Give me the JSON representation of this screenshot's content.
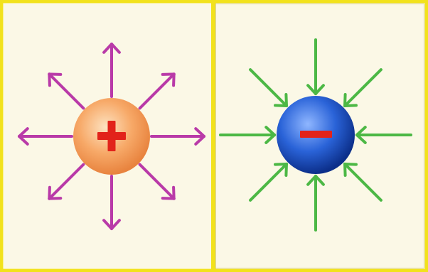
{
  "colors": {
    "frame": "#f2e21c",
    "panel_bg": "#fbf8e6",
    "divider": "#f2e21c",
    "positive_arrow": "#b93aa8",
    "negative_arrow": "#4cb845",
    "plus_sign": "#e2231a",
    "minus_sign": "#e2231a",
    "positive_sphere_light": "#fde2c0",
    "positive_sphere_mid": "#f7a968",
    "positive_sphere_dark": "#e8833e",
    "negative_sphere_light": "#8fb6ff",
    "negative_sphere_mid": "#2a63d8",
    "negative_sphere_dark": "#0c2f8a"
  },
  "diagram": {
    "left_panel": {
      "charge": "positive",
      "field_direction": "outward",
      "arrow_count": 8
    },
    "right_panel": {
      "charge": "negative",
      "field_direction": "inward",
      "arrow_count": 8
    }
  }
}
